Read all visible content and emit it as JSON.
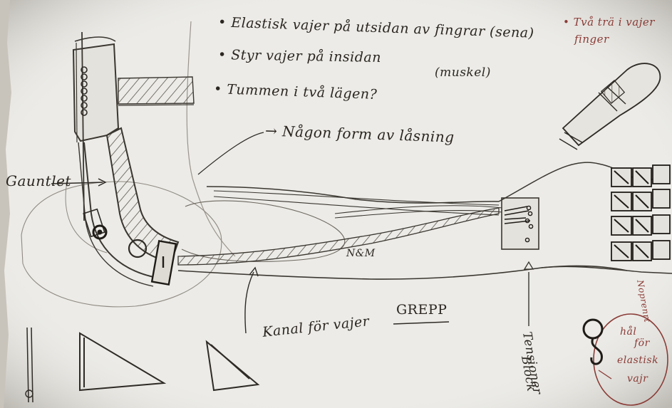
{
  "notes": {
    "bullet1": "• Elastisk vajer på utsidan av fingrar (sena)",
    "bullet2": "• Styr vajer på insidan",
    "bullet2_paren": "(muskel)",
    "bullet3": "• Tummen i två lägen?",
    "arrow_note": "→ Någon form av låsning",
    "top_right_line1": "• Två trä i vajer",
    "top_right_line2": "finger"
  },
  "labels": {
    "gauntlet": "Gauntlet",
    "nm": "N&M",
    "kanal": "Kanal för vajer",
    "grepp": "GREPP",
    "tensioner_line1": "Tensioner",
    "tensioner_line2": "Block",
    "right_vertical": "Noprenrt",
    "circle_text_line1": "hål",
    "circle_text_line2": "för",
    "circle_text_line3": "elastisk",
    "circle_text_line4": "vajr"
  },
  "colors": {
    "paper": "#ecebe7",
    "pencil": "#3a3630",
    "pencil_light": "#6d6860",
    "ink": "#2b2620",
    "red_ink": "#8a3b36"
  }
}
